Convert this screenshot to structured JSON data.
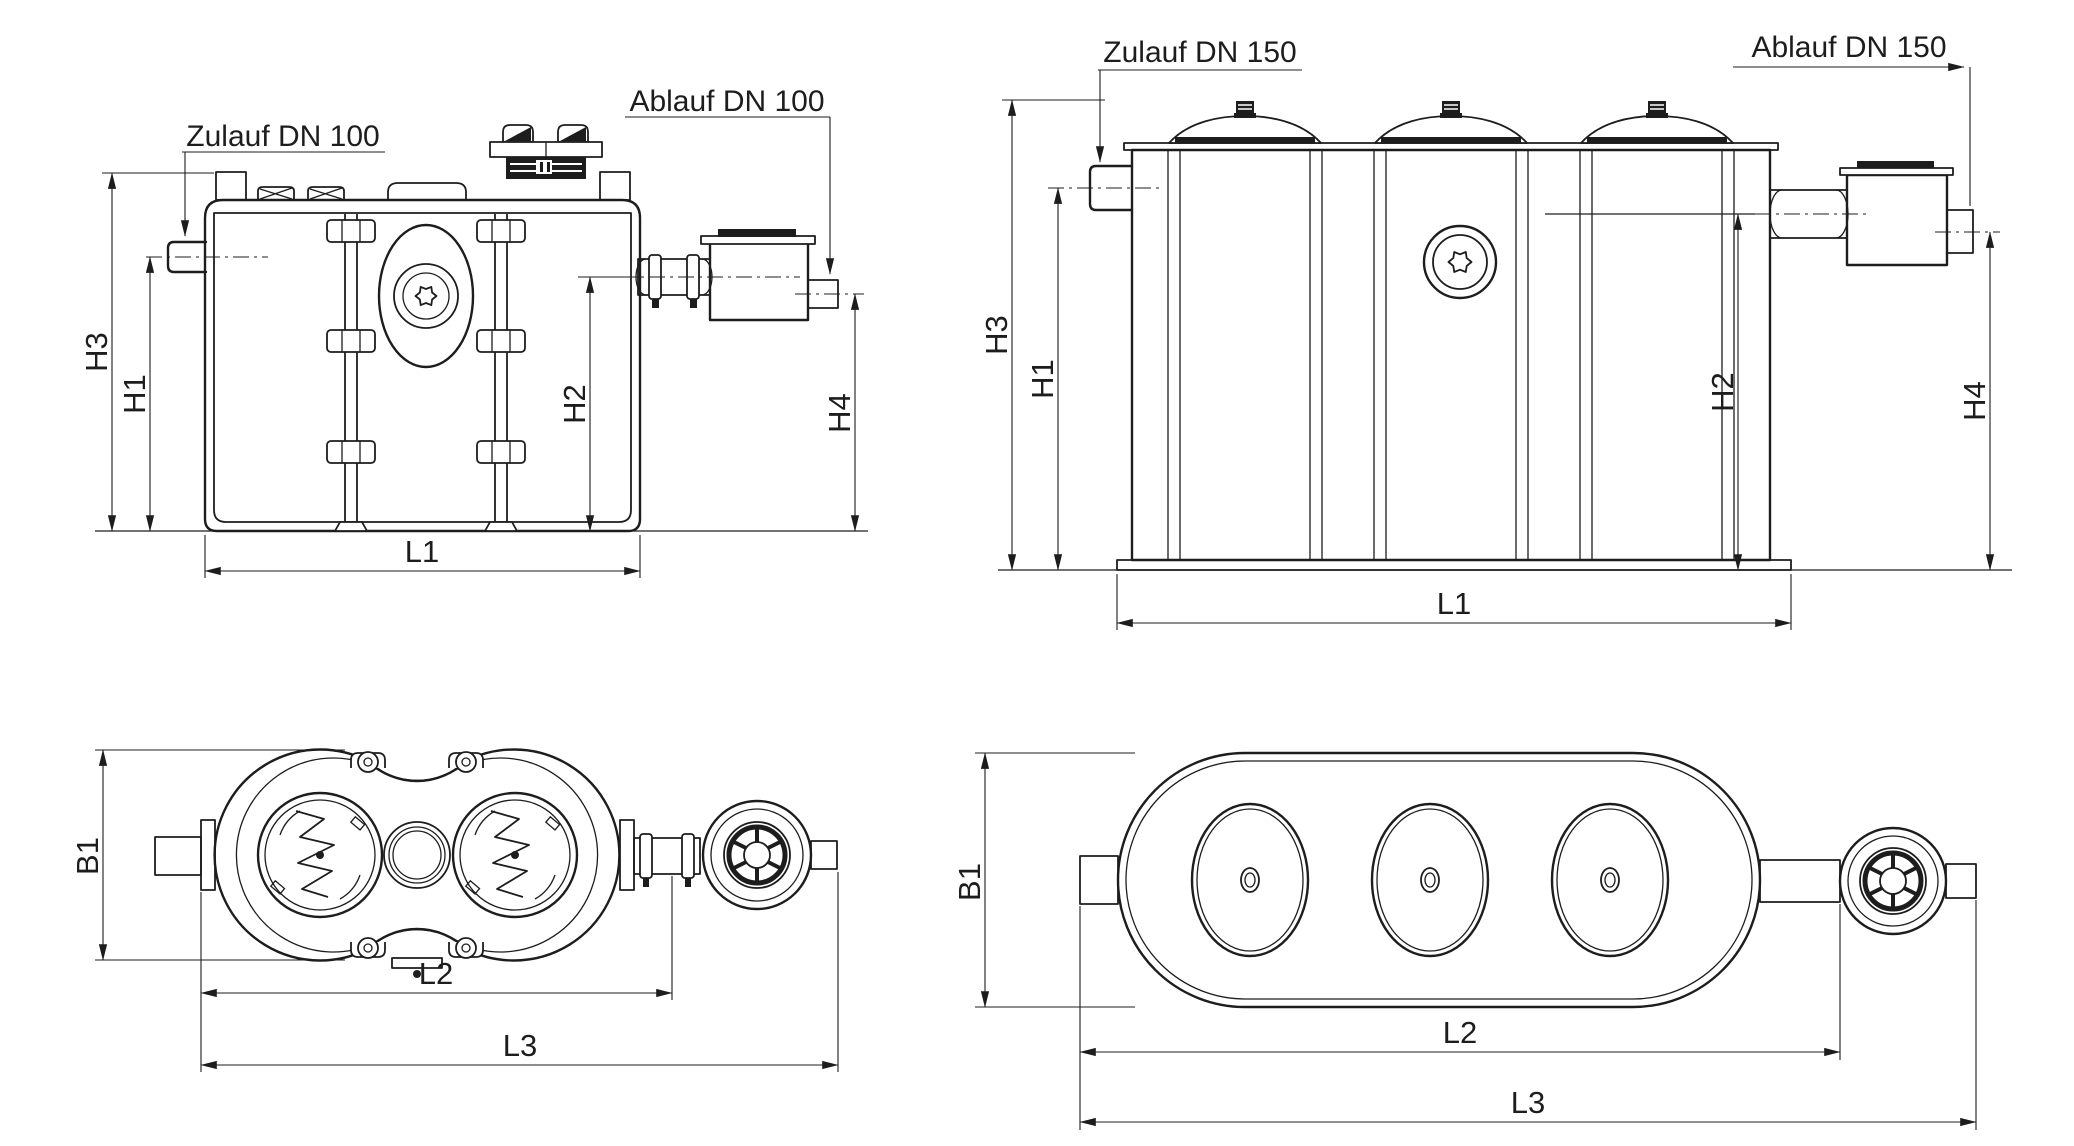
{
  "page": {
    "background": "#ffffff",
    "line_color": "#1d1d1d",
    "description": "Technical dimension drawing of two grease separators: side view and top view each"
  },
  "views": {
    "side_small": {
      "inlet_label": "Zulauf DN 100",
      "outlet_label": "Ablauf DN 100",
      "dims": {
        "h1": "H1",
        "h2": "H2",
        "h3": "H3",
        "h4": "H4",
        "l1": "L1"
      }
    },
    "side_large": {
      "inlet_label": "Zulauf DN 150",
      "outlet_label": "Ablauf DN 150",
      "dims": {
        "h1": "H1",
        "h2": "H2",
        "h3": "H3",
        "h4": "H4",
        "l1": "L1"
      }
    },
    "top_small": {
      "dims": {
        "b1": "B1",
        "l2": "L2",
        "l3": "L3"
      }
    },
    "top_large": {
      "dims": {
        "b1": "B1",
        "l2": "L2",
        "l3": "L3"
      }
    }
  }
}
